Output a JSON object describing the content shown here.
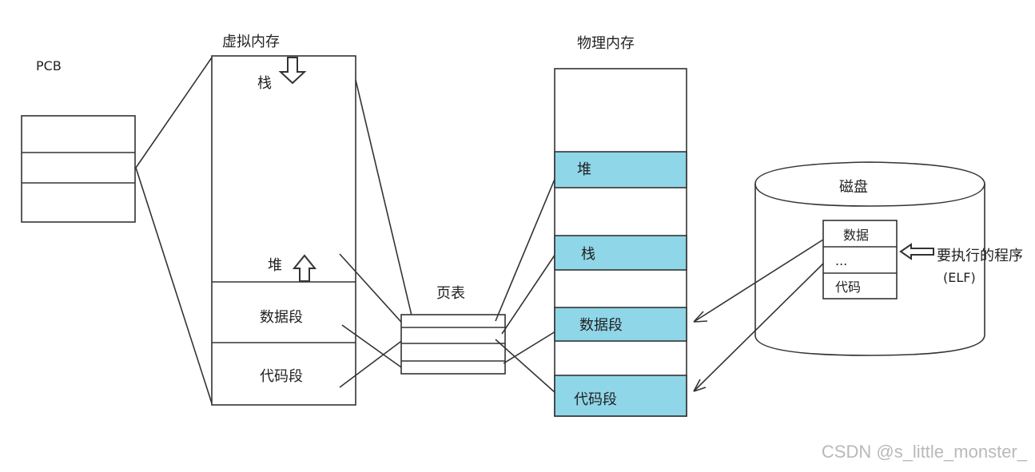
{
  "labels": {
    "pcb": "PCB",
    "virtual_memory": "虚拟内存",
    "physical_memory": "物理内存",
    "page_table": "页表",
    "disk": "磁盘",
    "program_to_run": "要执行的程序",
    "elf": "(ELF)"
  },
  "virtual_segments": {
    "stack": "栈",
    "heap": "堆",
    "data": "数据段",
    "code": "代码段"
  },
  "physical_segments": {
    "heap": "堆",
    "stack": "栈",
    "data": "数据段",
    "code": "代码段"
  },
  "disk_file": {
    "data": "数据",
    "ellipsis": "...",
    "code": "代码"
  },
  "colors": {
    "segment_fill": "#8fd6e8",
    "line": "#333333"
  },
  "watermark": "CSDN @s_little_monster_"
}
